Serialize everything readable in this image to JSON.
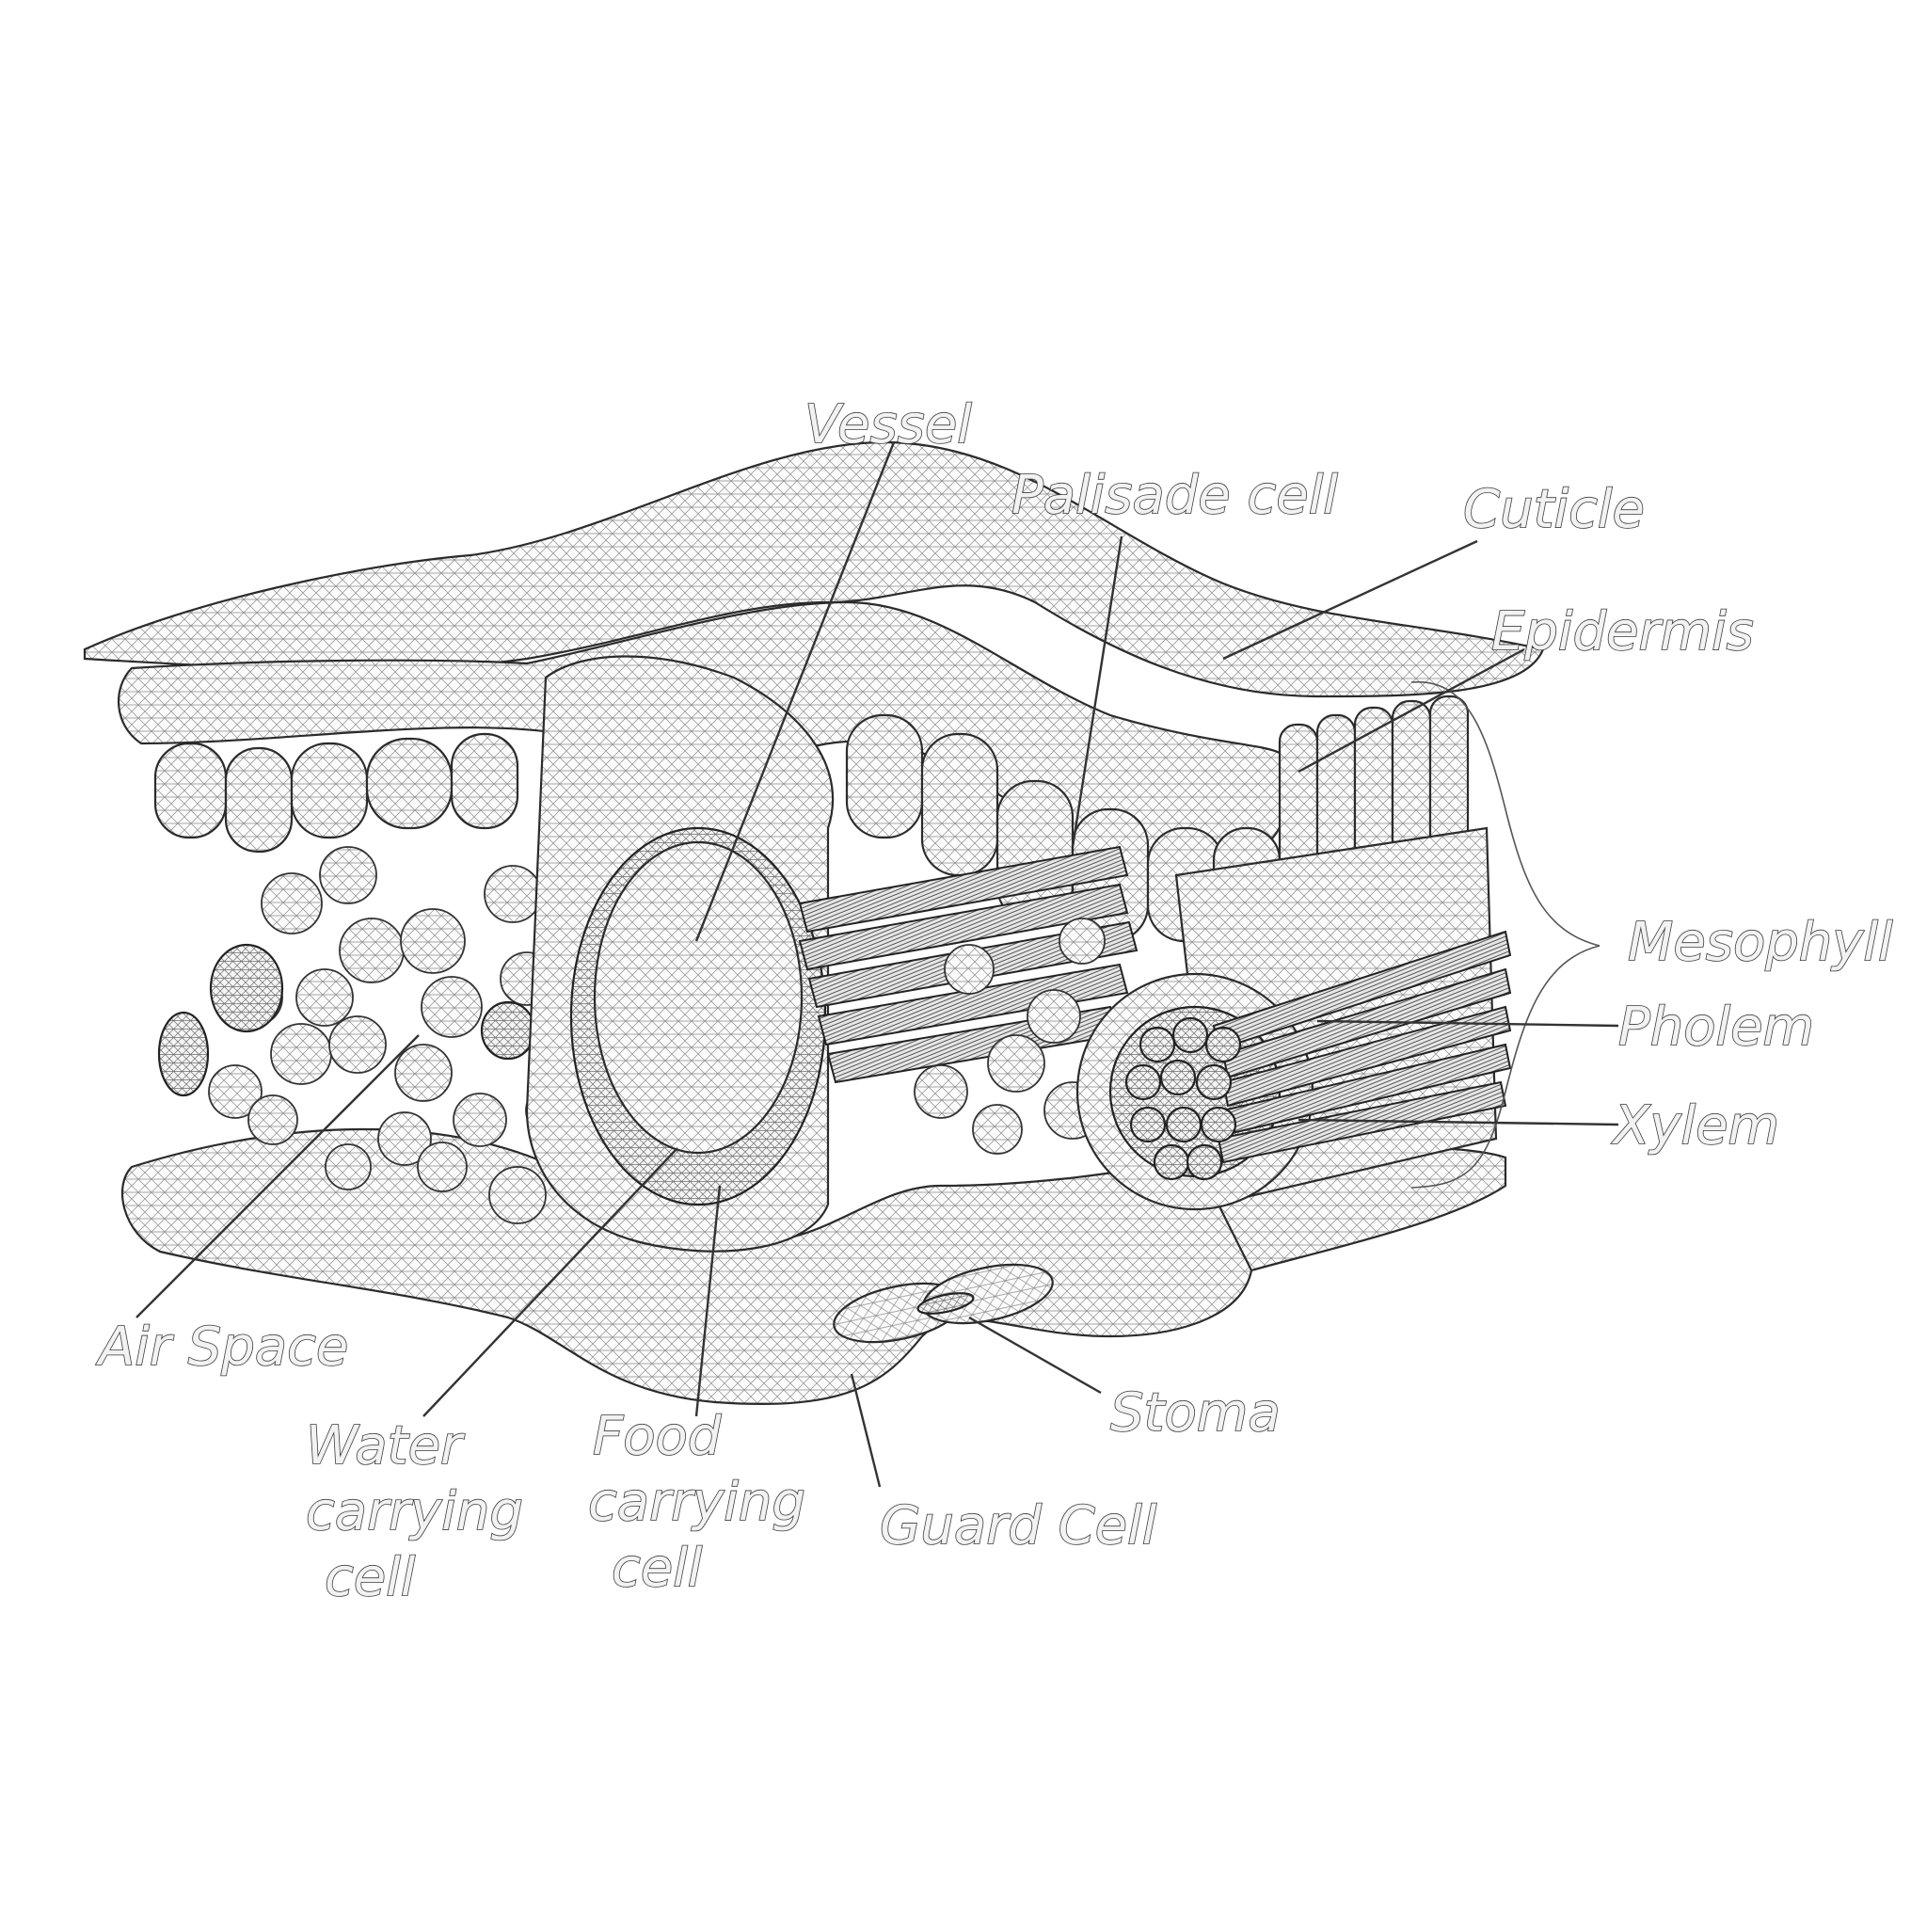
{
  "labels": {
    "vessel": "Vessel",
    "palisade_cell": "Palisade cell",
    "cuticle": "Cuticle",
    "epidermis": "Epidermis",
    "mesophyll": "Mesophyll",
    "pholem": "Pholem",
    "xylem": "Xylem",
    "air_space": "Air Space",
    "water_carrying_cell": [
      "Water",
      "carrying",
      "cell"
    ],
    "food_carrying_cell": [
      "Food",
      "carrying",
      "cell"
    ],
    "guard_cell": "Guard Cell",
    "stoma": "Stoma"
  }
}
